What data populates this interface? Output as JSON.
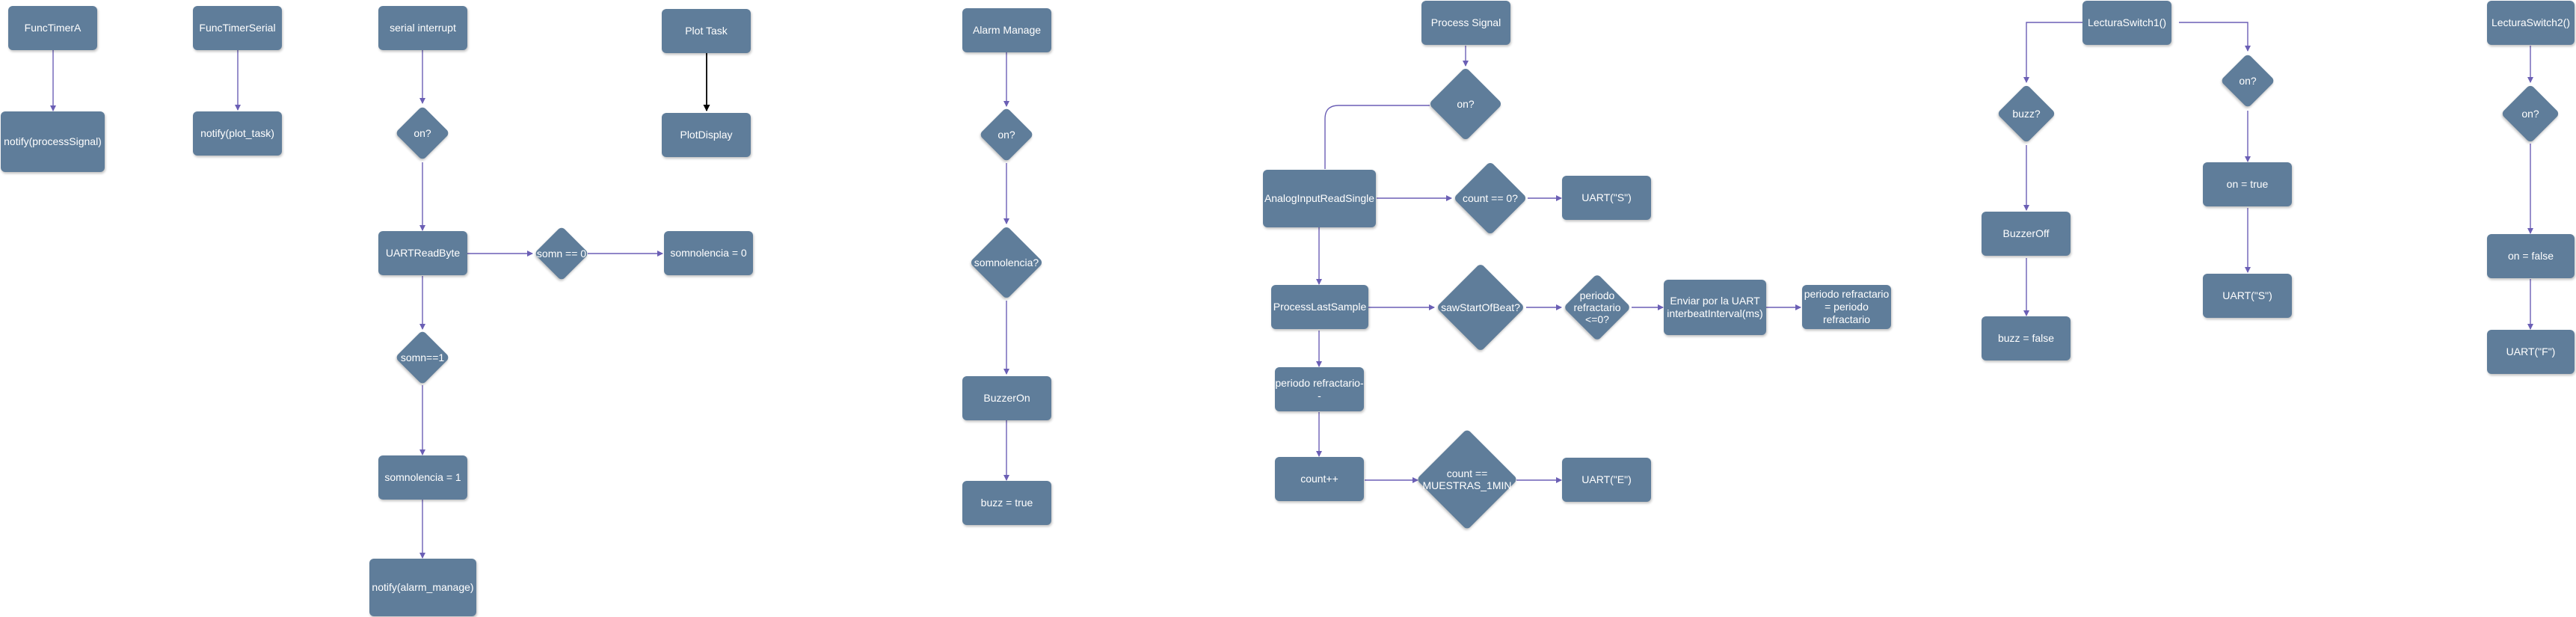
{
  "diagram": {
    "colors": {
      "node_fill": "#5f7d9a",
      "node_text": "#ffffff",
      "edge": "#6b5fb5",
      "edge_dark": "#000000"
    },
    "columns": {
      "func_timer_a": {
        "start": "FuncTimerA",
        "notify": "notify(processSignal)"
      },
      "func_timer_serial": {
        "start": "FuncTimerSerial",
        "notify": "notify(plot_task)"
      },
      "serial_interrupt": {
        "start": "serial interrupt",
        "on_check": "on?",
        "read_byte": "UARTReadByte",
        "somn_zero_check": "somn == 0",
        "somnolencia_zero": "somnolencia = 0",
        "somn_one_check": "somn==1",
        "somnolencia_one": "somnolencia = 1",
        "notify": "notify(alarm_manage)"
      },
      "plot_task": {
        "start": "Plot Task",
        "display": "PlotDisplay"
      },
      "alarm_manage": {
        "start": "Alarm Manage",
        "on_check": "on?",
        "somnolencia_check": "somnolencia?",
        "buzzer_on": "BuzzerOn",
        "buzz_true": "buzz = true"
      },
      "process_signal": {
        "start": "Process Signal",
        "on_check": "on?",
        "analog_read": "AnalogInputReadSingle",
        "count_check": "count == 0?",
        "uart_s": "UART(\"S\")",
        "process_sample": "ProcessLastSample",
        "saw_start_check": "sawStartOfBeat?",
        "periodo_check": "periodo refractario <=0?",
        "send_uart": "Enviar por la UART interbeatInterval(ms)",
        "periodo_assign": "periodo refractario = periodo refractario",
        "periodo_decrement": "periodo refractario--",
        "count_increment": "count++",
        "muestras_check": "count == MUESTRAS_1MIN",
        "uart_e": "UART(\"E\")"
      },
      "lectura_switch_1": {
        "start": "LecturaSwitch1()",
        "buzz_check": "buzz?",
        "buzzer_off": "BuzzerOff",
        "buzz_false": "buzz = false",
        "on_check": "on?",
        "on_true": "on = true",
        "uart_s": "UART(\"S\")"
      },
      "lectura_switch_2": {
        "start": "LecturaSwitch2()",
        "on_check": "on?",
        "on_false": "on = false",
        "uart_f": "UART(\"F\")"
      }
    }
  }
}
